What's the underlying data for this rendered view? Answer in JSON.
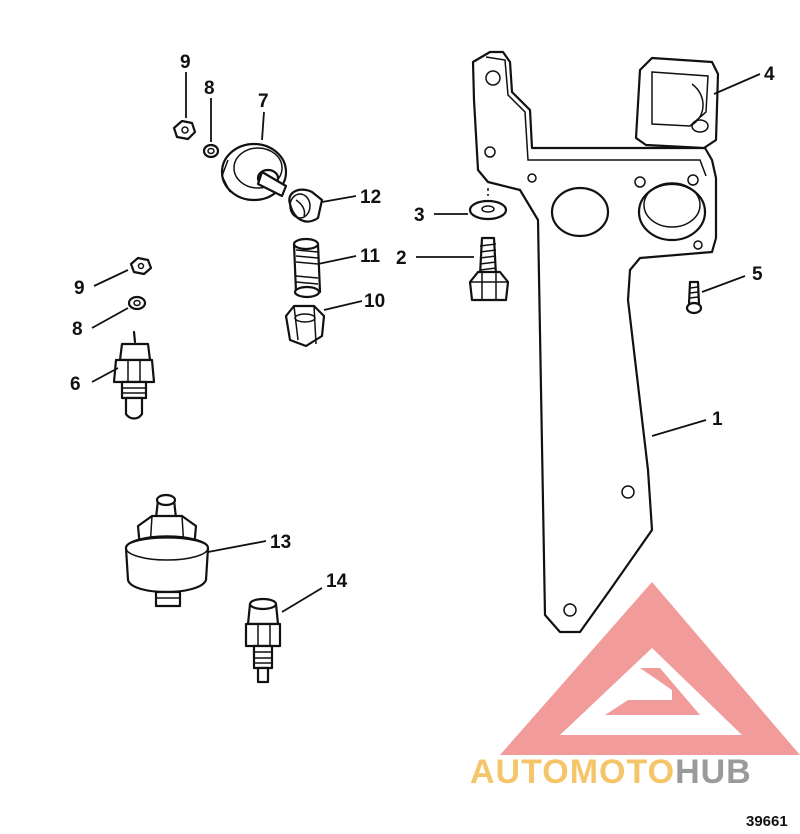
{
  "callouts": [
    {
      "id": "1",
      "label": "1"
    },
    {
      "id": "2",
      "label": "2"
    },
    {
      "id": "3",
      "label": "3"
    },
    {
      "id": "4",
      "label": "4"
    },
    {
      "id": "5",
      "label": "5"
    },
    {
      "id": "6",
      "label": "6"
    },
    {
      "id": "7",
      "label": "7"
    },
    {
      "id": "8a",
      "label": "8"
    },
    {
      "id": "8b",
      "label": "8"
    },
    {
      "id": "9a",
      "label": "9"
    },
    {
      "id": "9b",
      "label": "9"
    },
    {
      "id": "10",
      "label": "10"
    },
    {
      "id": "11",
      "label": "11"
    },
    {
      "id": "12",
      "label": "12"
    },
    {
      "id": "13",
      "label": "13"
    },
    {
      "id": "14",
      "label": "14"
    }
  ],
  "figure_number": "39661",
  "watermark": {
    "part1": "AUTOMOTO",
    "part2": "HUB",
    "color_triangle": "#f08a8a",
    "color_part1": "#f5c56a",
    "color_part2": "#9a9a9a"
  }
}
